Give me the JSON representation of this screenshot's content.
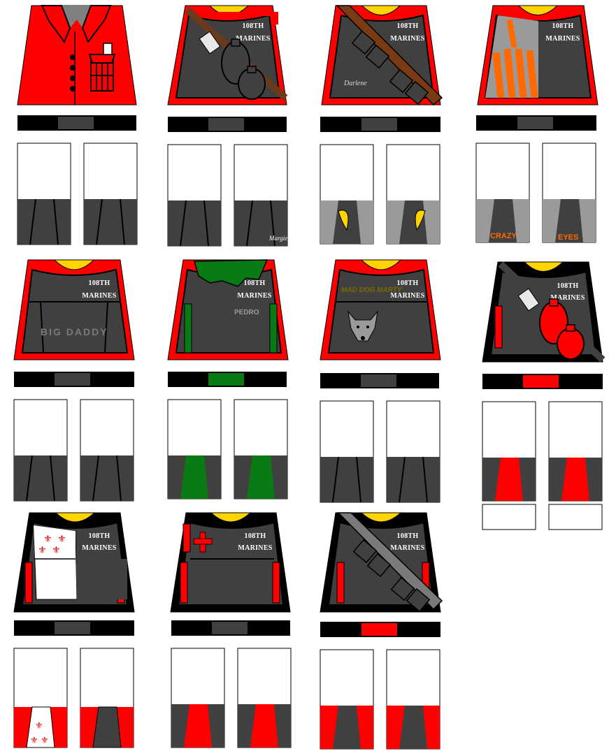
{
  "sheet": {
    "unit_label": [
      "108TH",
      "MARINES"
    ],
    "colors": {
      "red": "#ff0000",
      "dark_gray": "#404040",
      "black": "#000000",
      "white": "#ffffff",
      "green": "#0a7a14",
      "gold": "#ffd400",
      "orange": "#ff6a00",
      "brown": "#7a3a12",
      "light_gray": "#9a9a9a"
    }
  },
  "figures": [
    {
      "id": "officer",
      "torso_color": "red",
      "belt_accent": "dark_gray",
      "leg_style": "gray",
      "extras": "red-coat-with-pocket"
    },
    {
      "id": "grenadier",
      "torso_color": "red",
      "belt_accent": "dark_gray",
      "leg_style": "gray",
      "extras": "grenades-and-strap",
      "leg_text": "Margie"
    },
    {
      "id": "darlene",
      "torso_color": "red",
      "belt_accent": "dark_gray",
      "leg_style": "wings",
      "torso_text": "Darlene",
      "extras": "bandolier"
    },
    {
      "id": "crazy-eyes",
      "torso_color": "red",
      "belt_accent": "dark_gray",
      "leg_style": "light-gray",
      "extras": "orange-stripes",
      "leg_text_left": "CRAZY",
      "leg_text_right": "EYES"
    },
    {
      "id": "big-daddy",
      "torso_color": "red",
      "belt_accent": "dark_gray",
      "leg_style": "gray",
      "torso_text": "BIG DADDY"
    },
    {
      "id": "pedro",
      "torso_color": "red",
      "belt_accent": "green",
      "leg_style": "green",
      "torso_text": "PEDRO",
      "extras": "green-scarf"
    },
    {
      "id": "mad-dog-marty",
      "torso_color": "red",
      "belt_accent": "dark_gray",
      "leg_style": "gray",
      "torso_text": "MAD DOG MARTY",
      "extras": "wolf"
    },
    {
      "id": "black-grenadier",
      "torso_color": "black",
      "belt_accent": "red",
      "leg_style": "red",
      "extras": "red-grenades",
      "has_hips": true
    },
    {
      "id": "fleur-de-lis",
      "torso_color": "black",
      "belt_accent": "dark_gray",
      "leg_style": "fleur",
      "extras": "fleur-de-lis-shield"
    },
    {
      "id": "red-cross",
      "torso_color": "black",
      "belt_accent": "dark_gray",
      "leg_style": "red",
      "extras": "red-cross"
    },
    {
      "id": "black-bandolier",
      "torso_color": "black",
      "belt_accent": "red",
      "leg_style": "red-side",
      "extras": "gray-bandolier"
    }
  ]
}
